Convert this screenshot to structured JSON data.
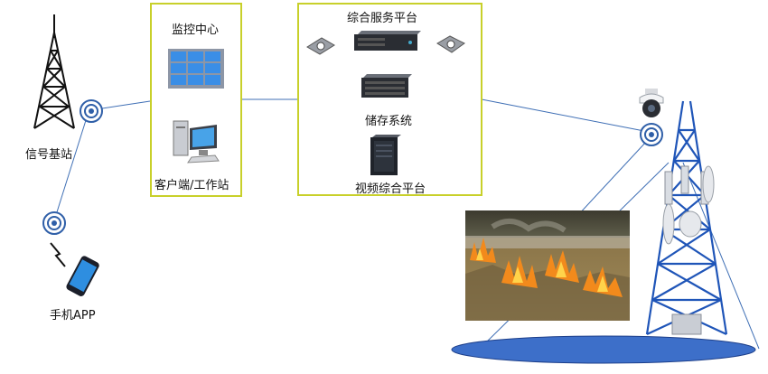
{
  "labels": {
    "base_station": "信号基站",
    "mobile_app": "手机APP",
    "monitor_center": "监控中心",
    "client_workstation": "客户端/工作站",
    "service_platform": "综合服务平台",
    "storage_system": "储存系统",
    "video_platform": "视频综合平台"
  },
  "colors": {
    "panel_border": "#c8d02a",
    "link_line": "#3f6fb5",
    "coverage_ellipse": "#3d6fc9",
    "tower_steel": "#1f55b8"
  },
  "icons": {
    "base_station": "radio-tower-icon",
    "relay_nodes": "signal-ring-icon",
    "phone": "smartphone-icon",
    "video_wall": "video-wall-icon",
    "workstation": "desktop-computer-icon",
    "server": "rack-server-icon",
    "storage": "storage-array-icon",
    "video_platform": "chassis-icon",
    "camera": "ptz-camera-icon",
    "fire_photo": "field-fire-image"
  }
}
